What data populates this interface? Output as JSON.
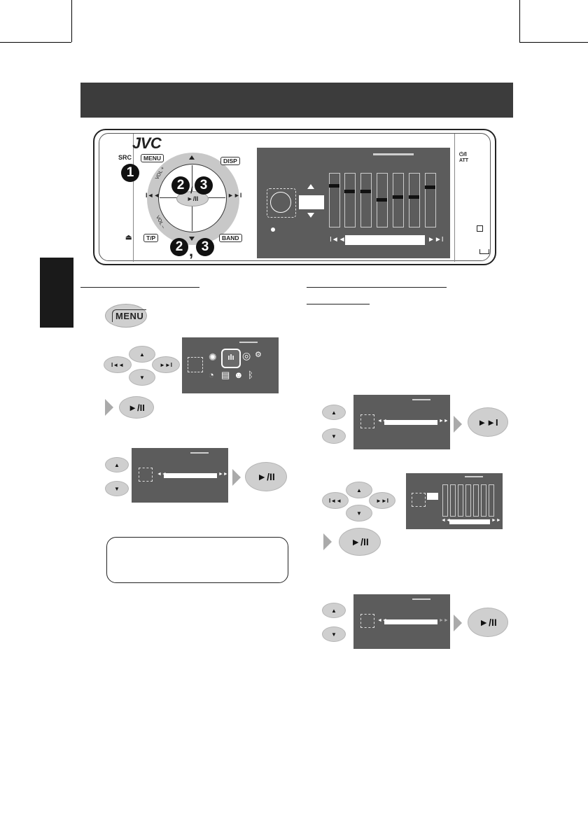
{
  "brand": "JVC",
  "device": {
    "labels": {
      "src": "SRC",
      "menu": "MENU",
      "disp": "DISP",
      "tp": "T/P",
      "band": "BAND",
      "vol_plus": "VOL +",
      "vol_minus": "VOL –",
      "att": "ATT",
      "power": "⏻/I",
      "play_pause": "►/II",
      "eject": "⏏"
    },
    "steps": {
      "one": "1",
      "two": "2",
      "three": "3",
      "sep": ",",
      "slash": "/"
    }
  },
  "left_column": {
    "menu_button_label": "MENU",
    "play_label": "►/II",
    "skip_back": "I◄◄",
    "skip_fwd": "►►I"
  },
  "right_column": {
    "play_label": "►/II",
    "skip_fwd": "►►I",
    "skip_back": "I◄◄"
  },
  "colors": {
    "title_bar": "#3c3c3c",
    "lcd": "#5c5c5c",
    "button_gray": "#cfcfcf",
    "step_arrow": "#aaaaaa"
  },
  "icons": [
    "eq-icon",
    "disc-icon",
    "clock-icon",
    "bluetooth-icon",
    "list-icon",
    "user-icon"
  ]
}
